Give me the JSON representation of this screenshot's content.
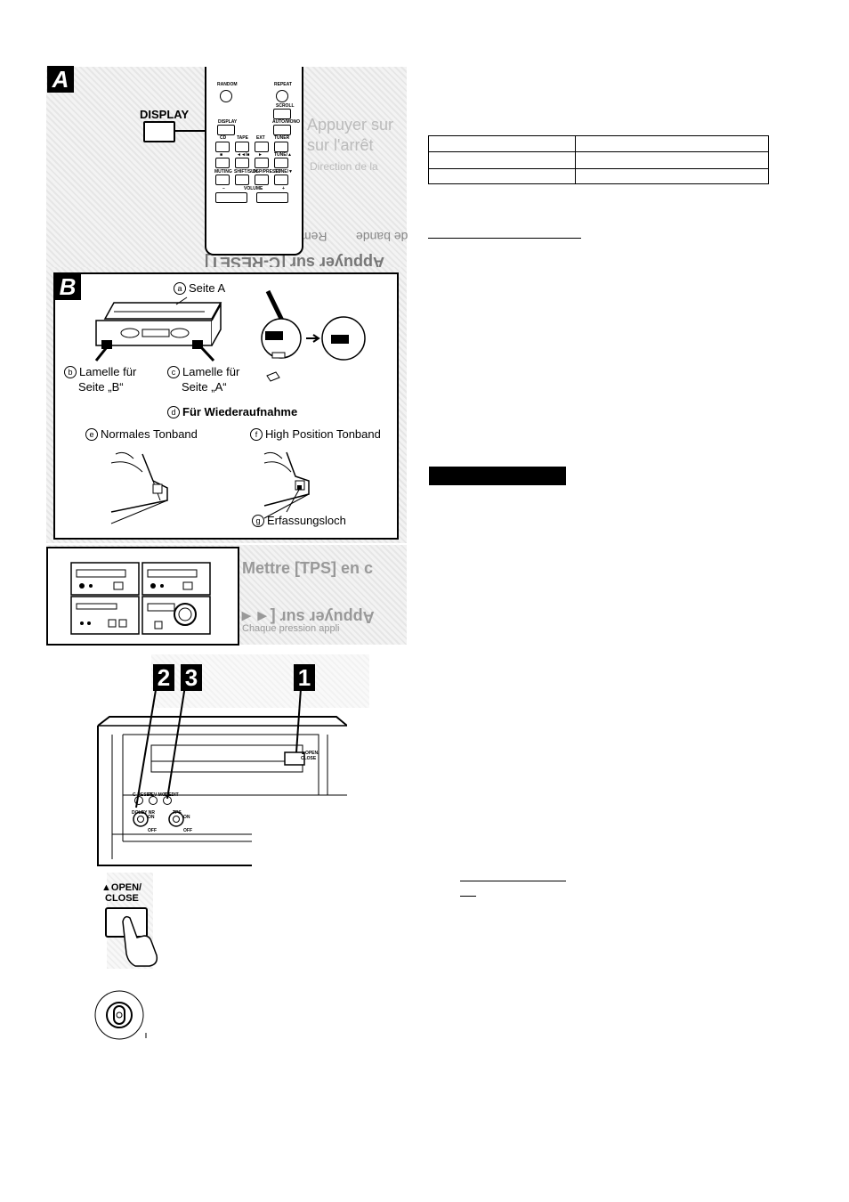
{
  "panel_a": {
    "letter": "A",
    "display_label": "DISPLAY",
    "remote_buttons": {
      "row1": [
        "RANDOM",
        "REPEAT"
      ],
      "row2": [
        "SCROLL"
      ],
      "row3": [
        "DISPLAY",
        "AUTO/MONO"
      ],
      "row4": [
        "CD",
        "TAPE",
        "EXT",
        "TUNER"
      ],
      "row5": [
        "■",
        "◄◄/■",
        "►",
        "TUNE/▲"
      ],
      "row6": [
        "MUTING",
        "SHIFT/SUN",
        "DSP/PRESET",
        "TUNE/▼"
      ],
      "volume": [
        "−",
        "VOLUME",
        "+"
      ]
    },
    "ghost_text": [
      "Appuyer sur",
      "sur l'arrêt",
      "Direction de la",
      "Remise",
      "de bande",
      "Appuyer sur [C-RESET]"
    ]
  },
  "panel_b": {
    "letter": "B",
    "label_a": {
      "mark": "a",
      "text": "Seite A"
    },
    "label_b_line1": {
      "mark": "b",
      "text": "Lamelle für"
    },
    "label_b_line2": "Seite „B“",
    "label_c_line1": {
      "mark": "c",
      "text": "Lamelle für"
    },
    "label_c_line2": "Seite „A“",
    "label_d": {
      "mark": "d",
      "text": "Für Wiederaufnahme"
    },
    "label_e": {
      "mark": "e",
      "text": "Normales Tonband"
    },
    "label_f": {
      "mark": "f",
      "text": "High Position Tonband"
    },
    "label_g": {
      "mark": "g",
      "text": "Erfassungsloch"
    }
  },
  "panel_c": {
    "ghost_text": [
      "Mettre [TPS] en c",
      "Appuyer sur [◄◄",
      "Chaque pression appli"
    ]
  },
  "panel_deck": {
    "steps": [
      "2",
      "3",
      "1"
    ],
    "button_labels": [
      "C-RESET",
      "REV MODE",
      "C-EDIT",
      "DOLBY NR",
      "TPS",
      "ON",
      "OFF",
      "ON",
      "OFF",
      "▲OPEN/ CLOSE"
    ]
  },
  "open_close": {
    "line1": "▲OPEN/",
    "line2": "CLOSE"
  }
}
